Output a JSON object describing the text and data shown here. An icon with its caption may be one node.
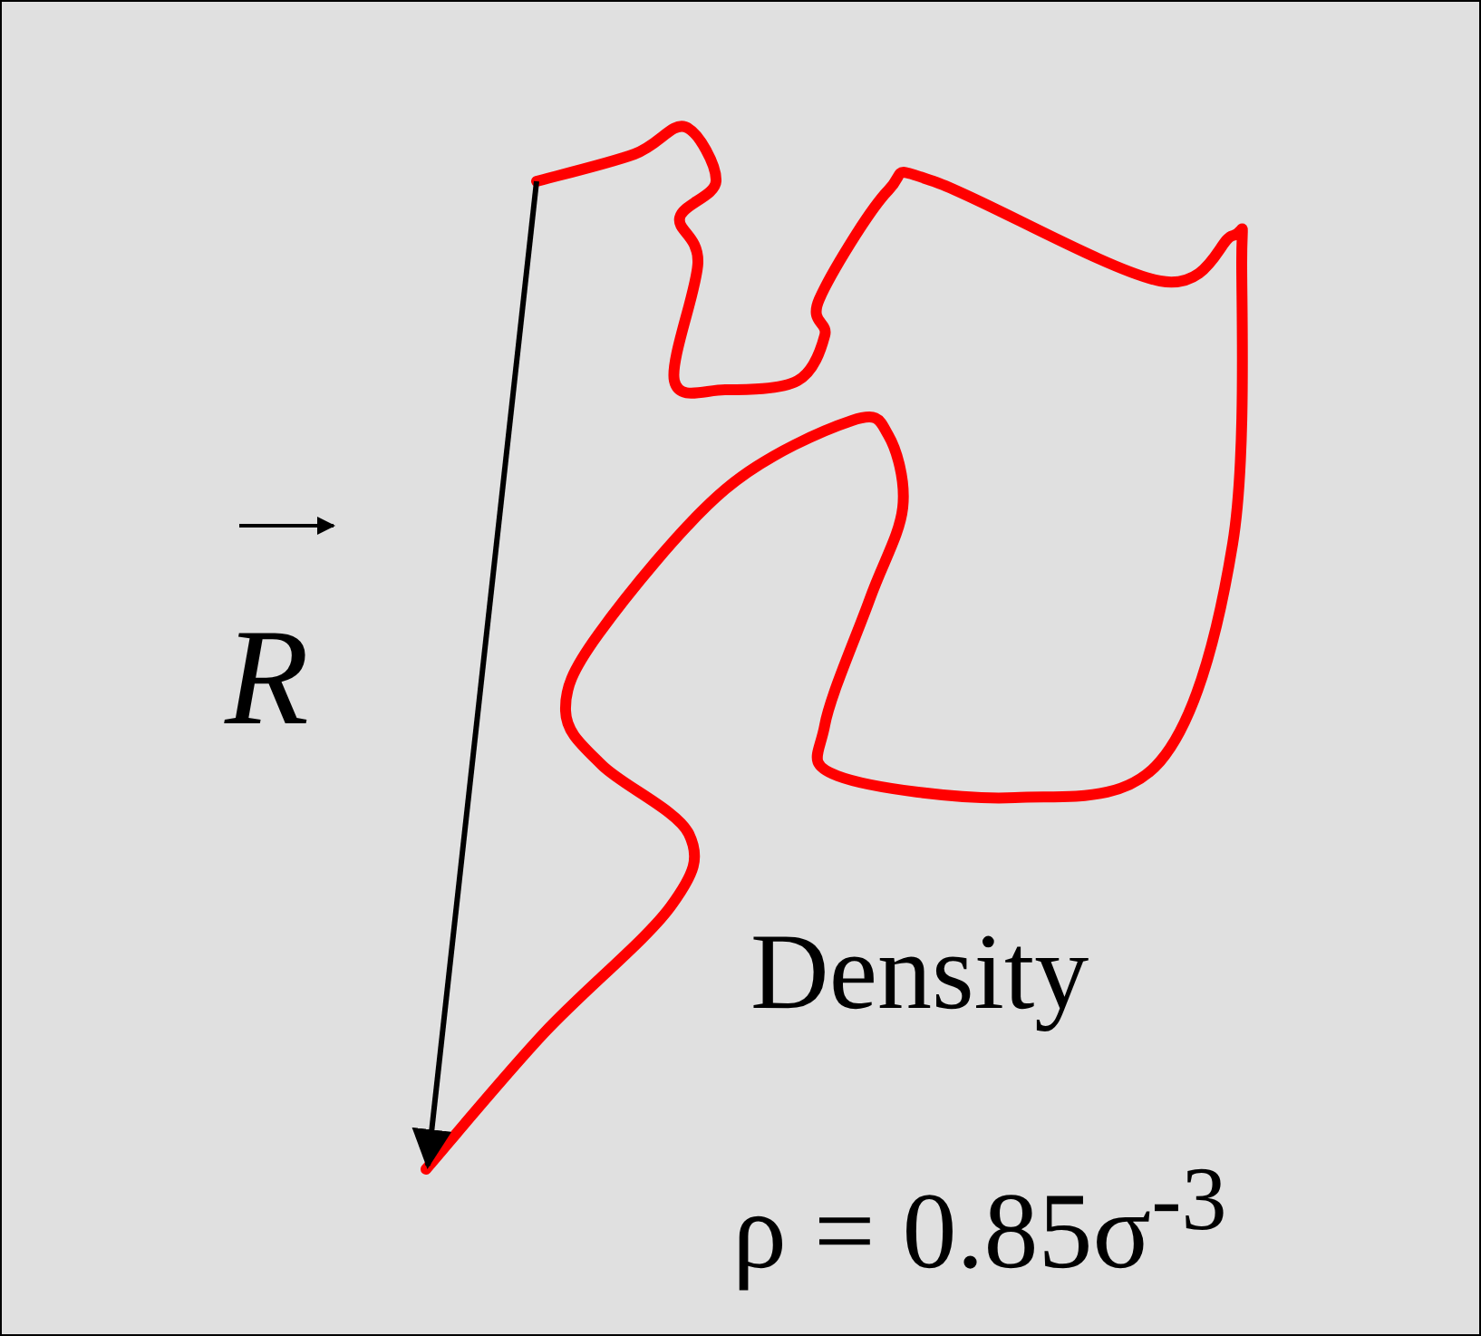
{
  "diagram": {
    "labels": [
      "R",
      "Density",
      "ρ = 0.85σ$^{-3}$"
    ]
  }
}
